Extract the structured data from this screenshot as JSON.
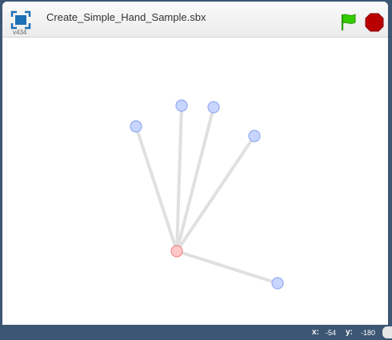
{
  "header": {
    "title": "Create_Simple_Hand_Sample.sbx",
    "version": "v434",
    "fullscreen_icon": "fullscreen-icon",
    "green_flag_icon": "green-flag-icon",
    "stop_icon": "stop-sign-icon"
  },
  "colors": {
    "flag": "#33cc00",
    "stop": "#b80000",
    "bone": "#e0e0e0",
    "joint_fill": "#c8d6ff",
    "joint_stroke": "#93a9f0",
    "root_fill": "#ffc8c8",
    "root_stroke": "#f08a8a"
  },
  "stage": {
    "root": {
      "name": "palm-joint"
    },
    "fingertips": [
      {
        "name": "fingertip-1"
      },
      {
        "name": "fingertip-2"
      },
      {
        "name": "fingertip-3"
      },
      {
        "name": "fingertip-4"
      },
      {
        "name": "fingertip-5"
      }
    ]
  },
  "status": {
    "x_label": "x:",
    "x_value": "-54",
    "y_label": "y:",
    "y_value": "-180"
  }
}
